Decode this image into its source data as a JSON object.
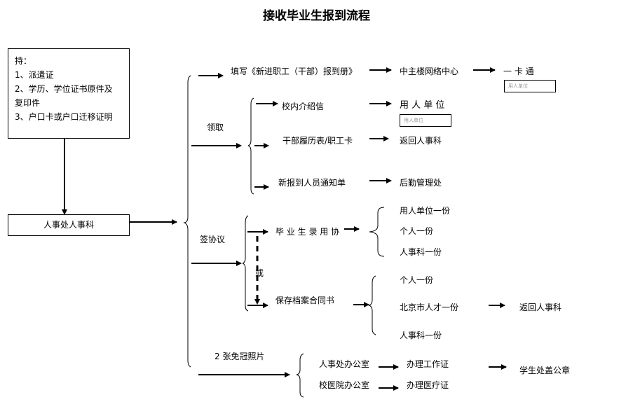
{
  "title": "接收毕业生报到流程",
  "hold_box": {
    "heading": "持：",
    "lines": [
      "1、派遣证",
      "2、学历、学位证书原件及",
      "复印件",
      "3、户口卡或户口迁移证明"
    ]
  },
  "hr_office": "人事处人事科",
  "fill_form": {
    "label": "填写《新进职工（干部）报到册》",
    "next": "中主楼网络中心",
    "final": "一 卡 通",
    "stamp": "用人单位"
  },
  "receive": {
    "label": "领取",
    "items": [
      {
        "label": "校内介绍信",
        "target": "用 人 单 位",
        "stamp": "用人单位"
      },
      {
        "label": "干部履历表/职工卡",
        "target": "返回人事科"
      },
      {
        "label": "新报到人员通知单",
        "target": "后勤管理处"
      }
    ]
  },
  "agreement": {
    "label": "签协议",
    "or_label": "或",
    "employment": {
      "label": "毕 业 生 录 用 协",
      "copies": [
        "用人单位一份",
        "个人一份",
        "人事科一份"
      ]
    },
    "archive": {
      "label": "保存档案合同书",
      "copies": [
        "个人一份",
        "北京市人才一份",
        "人事科一份"
      ],
      "return_target": "返回人事科"
    }
  },
  "photos": {
    "label": "2 张免冠照片",
    "offices": [
      {
        "label": "人事处办公室",
        "action": "办理工作证"
      },
      {
        "label": "校医院办公室",
        "action": "办理医疗证"
      }
    ],
    "final": "学生处盖公章"
  }
}
